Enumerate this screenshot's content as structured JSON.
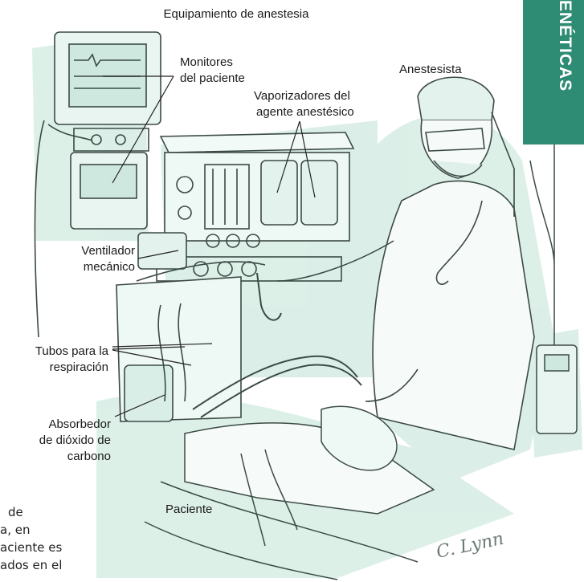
{
  "side_tab": {
    "text": "ENÉTICAS"
  },
  "labels": {
    "title": "Equipamiento de anestesia",
    "monitors_1": "Monitores",
    "monitors_2": "del paciente",
    "anesthetist": "Anestesista",
    "vaporizers_1": "Vaporizadores del",
    "vaporizers_2": "agente anestésico",
    "ventilator_1": "Ventilador",
    "ventilator_2": "mecánico",
    "tubes_1": "Tubos para la",
    "tubes_2": "respiración",
    "absorber_1": "Absorbedor",
    "absorber_2": "de dióxido de",
    "absorber_3": "carbono",
    "patient": "Paciente"
  },
  "cut_text": [
    "de",
    "a, en",
    "aciente es",
    "ados en el"
  ],
  "signature": "C. Lynn",
  "colors": {
    "tab": "#2e8b74",
    "ink": "#3c4a46",
    "tint": "#a9d6c5"
  }
}
